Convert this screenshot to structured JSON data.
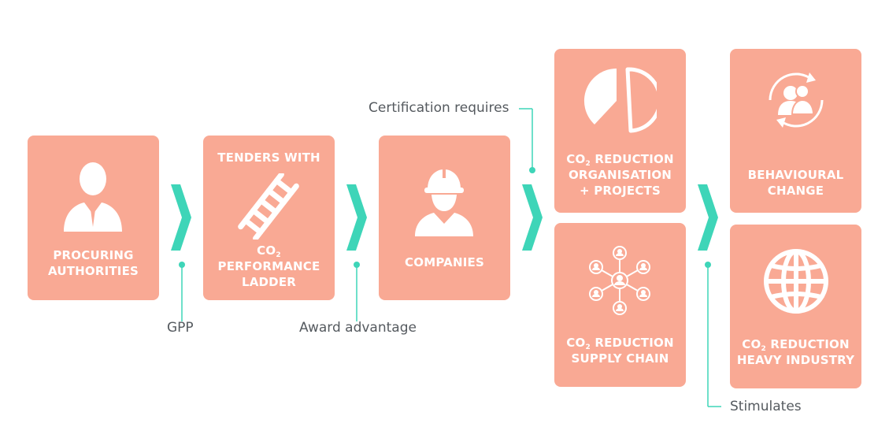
{
  "colors": {
    "box": "#f9a994",
    "accent": "#3ed5b8",
    "label": "#ffffff",
    "annotation": "#555a5f"
  },
  "boxes": {
    "procuring": {
      "lines": [
        "PROCURING",
        "AUTHORITIES"
      ],
      "icon": "person-icon"
    },
    "tenders": {
      "top": "TENDERS WITH",
      "co": "CO",
      "sub": "2",
      "lines": [
        "PERFORMANCE",
        "LADDER"
      ],
      "icon": "ladder-icon"
    },
    "companies": {
      "label": "COMPANIES",
      "icon": "worker-icon"
    },
    "reduction_org": {
      "co": "CO",
      "sub": "2",
      "rest": " REDUCTION",
      "lines": [
        "ORGANISATION",
        "+ PROJECTS"
      ],
      "icon": "pie-chart-icon"
    },
    "supply_chain": {
      "co": "CO",
      "sub": "2",
      "rest": " REDUCTION",
      "line2": "SUPPLY CHAIN",
      "icon": "network-icon"
    },
    "behavioural": {
      "lines": [
        "BEHAVIOURAL",
        "CHANGE"
      ],
      "icon": "people-cycle-icon"
    },
    "heavy_industry": {
      "co": "CO",
      "sub": "2",
      "rest": " REDUCTION",
      "line2": "HEAVY INDUSTRY",
      "icon": "globe-icon"
    }
  },
  "annotations": {
    "gpp": "GPP",
    "award": "Award advantage",
    "certification": "Certification requires",
    "stimulates": "Stimulates"
  }
}
